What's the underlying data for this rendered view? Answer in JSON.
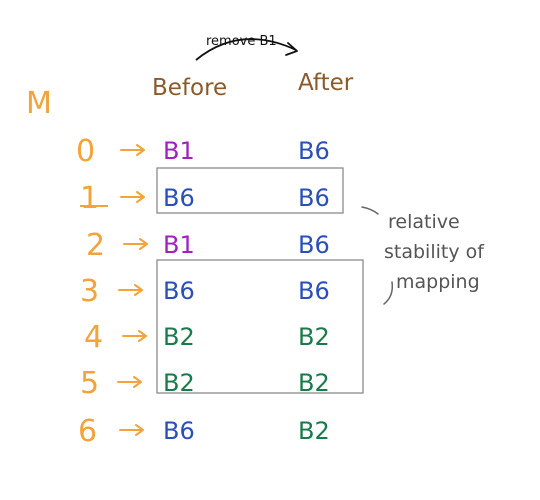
{
  "title_arrow_label": "remove B1",
  "headers": {
    "before": "Before",
    "after": "After"
  },
  "map_label": "M",
  "rows": [
    {
      "index": "0",
      "before": "B1",
      "after": "B6"
    },
    {
      "index": "1",
      "before": "B6",
      "after": "B6"
    },
    {
      "index": "2",
      "before": "B1",
      "after": "B6"
    },
    {
      "index": "3",
      "before": "B6",
      "after": "B6"
    },
    {
      "index": "4",
      "before": "B2",
      "after": "B2"
    },
    {
      "index": "5",
      "before": "B2",
      "after": "B2"
    },
    {
      "index": "6",
      "before": "B6",
      "after": "B2"
    }
  ],
  "note_lines": [
    "relative",
    "stability of",
    "mapping"
  ],
  "colors": {
    "index": "#f2a33a",
    "header": "#8a5a2b",
    "B1": "#a020c0",
    "B6": "#2a4fb8",
    "B2": "#1a7a4a",
    "box": "#8c8c8c",
    "note": "#555555"
  }
}
